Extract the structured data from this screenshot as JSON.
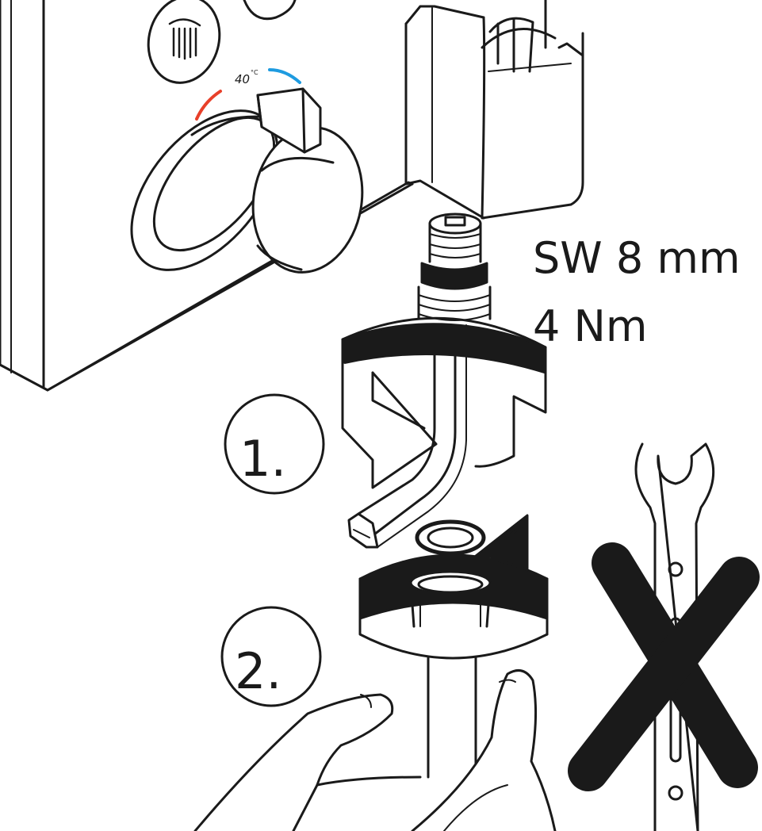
{
  "colors": {
    "ink": "#1a1a1a",
    "hot": "#e8402a",
    "cold": "#1e9be0",
    "paper": "#ffffff"
  },
  "dial": {
    "temperature": "40",
    "unit": "°C"
  },
  "spec": {
    "wrench_size": "SW 8 mm",
    "torque": "4 Nm"
  },
  "steps": [
    {
      "label": "1."
    },
    {
      "label": "2."
    }
  ],
  "icons": [
    "shower-head-icon",
    "hex-key-icon",
    "rotate-arrow-icon",
    "wrench-icon",
    "prohibited-x-icon"
  ]
}
